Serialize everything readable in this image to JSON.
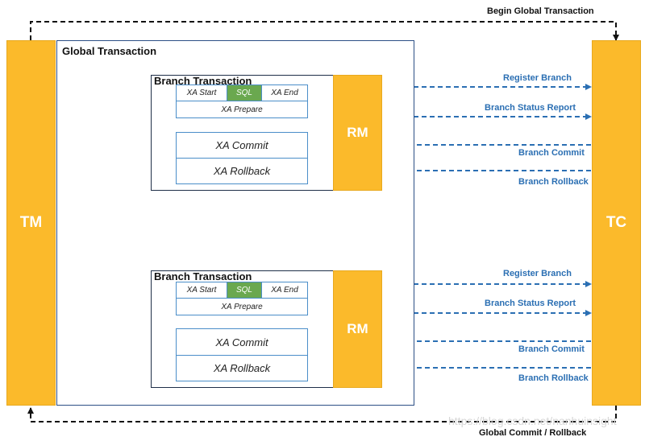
{
  "top_label": "Begin Global Transaction",
  "bottom_label": "Global Commit / Rollback",
  "tm_label": "TM",
  "tc_label": "TC",
  "global_title": "Global Transaction",
  "watermark": "https://blog.csdn.net/nanhuinsight",
  "branches": [
    {
      "title": "Branch Transaction",
      "rm_label": "RM",
      "xa_start": "XA Start",
      "sql": "SQL",
      "xa_end": "XA End",
      "xa_prepare": "XA Prepare",
      "xa_commit": "XA Commit",
      "xa_rollback": "XA Rollback",
      "arrows": {
        "register": "Register Branch",
        "status": "Branch Status Report",
        "commit": "Branch Commit",
        "rollback": "Branch Rollback"
      }
    },
    {
      "title": "Branch Transaction",
      "rm_label": "RM",
      "xa_start": "XA Start",
      "sql": "SQL",
      "xa_end": "XA End",
      "xa_prepare": "XA Prepare",
      "xa_commit": "XA Commit",
      "xa_rollback": "XA Rollback",
      "arrows": {
        "register": "Register Branch",
        "status": "Branch Status Report",
        "commit": "Branch Commit",
        "rollback": "Branch Rollback"
      }
    }
  ],
  "colors": {
    "box_fill": "#fbba2b",
    "sql_fill": "#6aa84f",
    "arrow": "#2b6fb3",
    "frame": "#2c4f85"
  }
}
